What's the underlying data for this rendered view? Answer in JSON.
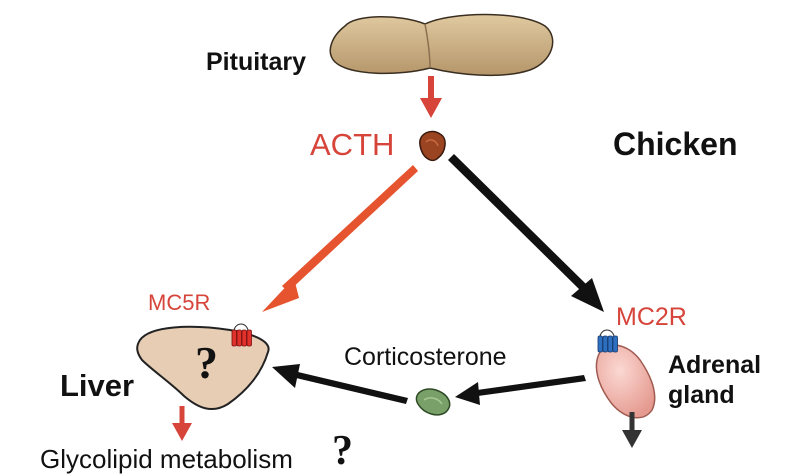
{
  "labels": {
    "pituitary": "Pituitary",
    "acth": "ACTH",
    "species": "Chicken",
    "mc5r": "MC5R",
    "mc2r": "MC2R",
    "corticosterone": "Corticosterone",
    "adrenal": "Adrenal gland",
    "liver": "Liver",
    "liver_question": "?",
    "bottom_text": "Glycolipid metabolism",
    "bottom_question": "?"
  },
  "colors": {
    "red_label": "#d6443a",
    "orange_arrow": "#e5532f",
    "receptor_red": "#e0322a",
    "receptor_blue": "#2f6fc0",
    "pituitary_fill": "#c9ae80",
    "liver_fill": "#e6cdb4",
    "adrenal_fill": "#f2b7ae",
    "corticosterone_fill": "#7aa06a",
    "acth_fill": "#9a4422"
  },
  "icons": [
    "pituitary-gland",
    "acth-hormone",
    "mc5r-receptor",
    "mc2r-receptor",
    "liver-organ",
    "adrenal-gland",
    "corticosterone-molecule"
  ]
}
